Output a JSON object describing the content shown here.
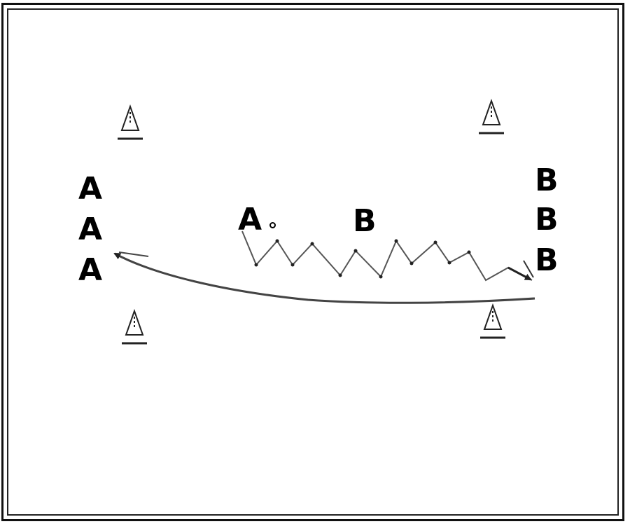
{
  "drill": {
    "left_group": [
      "A",
      "A",
      "A"
    ],
    "right_group": [
      "B",
      "B",
      "B"
    ],
    "dribbler_label": "A",
    "defender_label": "B",
    "ball_icon": "ball-icon",
    "cone_icon": "cone-icon",
    "colors": {
      "ink": "#000000",
      "dribble_path": "#444444",
      "return_path": "#555555"
    }
  }
}
